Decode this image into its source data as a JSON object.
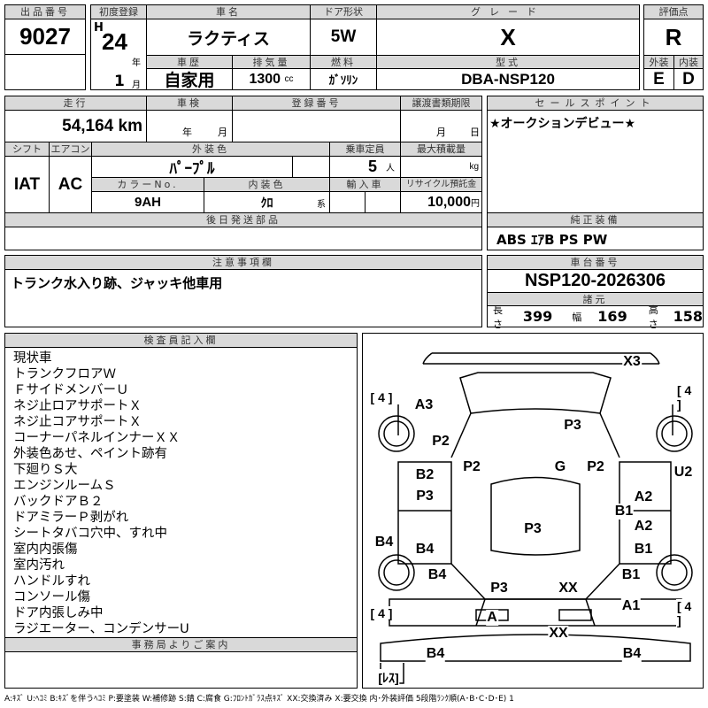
{
  "header": {
    "lot_label": "出品番号",
    "lot": "9027",
    "first_reg_label": "初度登録",
    "era": "H",
    "year": "24",
    "year_unit": "年",
    "month": "1",
    "month_unit": "月",
    "car_name_label": "車名",
    "car_name": "ラクティス",
    "door_label": "ドア形状",
    "door": "5W",
    "grade_label": "グレード",
    "grade": "X",
    "score_label": "評価点",
    "score": "R",
    "history_label": "車歴",
    "history": "自家用",
    "disp_label": "排気量",
    "disp": "1300",
    "disp_unit": "cc",
    "fuel_label": "燃料",
    "fuel": "ｶﾞｿﾘﾝ",
    "model_label": "型式",
    "model": "DBA-NSP120",
    "ext_label": "外装",
    "ext": "E",
    "int_label": "内装",
    "int": "D"
  },
  "details": {
    "mileage_label": "走行",
    "mileage": "54,164",
    "mileage_unit": "km",
    "inspect_label": "車検",
    "inspect_year": "年",
    "inspect_month": "月",
    "reg_label": "登録番号",
    "transfer_label": "譲渡書類期限",
    "transfer_month": "月",
    "transfer_day": "日",
    "shift_label": "シフト",
    "shift": "IAT",
    "ac_label": "エアコン",
    "ac": "AC",
    "color_label": "外装色",
    "color": "ﾊﾟｰﾌﾟﾙ",
    "seats_label": "乗車定員",
    "seats": "5",
    "seats_unit": "人",
    "load_label": "最大積載量",
    "load_unit": "kg",
    "colorno_label": "カラーNo.",
    "colorno": "9AH",
    "intcolor_label": "内装色",
    "intcolor": "ｸﾛ",
    "intcolor_unit": "系",
    "import_label": "輸入車",
    "recycle_label": "リサイクル預託金",
    "recycle": "10,000",
    "recycle_unit": "円",
    "later_parts_label": "後日発送部品"
  },
  "sales": {
    "label": "セールスポイント",
    "text": "★オークションデビュー★",
    "equip_label": "純正装備",
    "equip": "ABS ｴｱB PS PW"
  },
  "caution": {
    "label": "注意事項欄",
    "text": "トランク水入り跡、ジャッキ他車用"
  },
  "chassis": {
    "label": "車台番号",
    "value": "NSP120-2026306",
    "spec_label": "諸元",
    "length_label": "長さ",
    "length": "399",
    "width_label": "幅",
    "width": "169",
    "height_label": "高さ",
    "height": "158"
  },
  "inspector": {
    "label": "検査員記入欄",
    "lines": [
      "現状車",
      "トランクフロアＷ",
      "ＦサイドメンバーＵ",
      "ネジ止ロアサポートＸ",
      "ネジ止コアサポートＸ",
      "コーナーパネルインナーＸＸ",
      "外装色あせ、ペイント跡有",
      "下廻りＳ大",
      "エンジンルームＳ",
      "バックドアＢ２",
      "ドアミラーＰ剥がれ",
      "シートタバコ穴中、すれ中",
      "室内内張傷",
      "室内汚れ",
      "ハンドルすれ",
      "コンソール傷",
      "ドア内張しみ中",
      "ラジエーター、コンデンサーU"
    ]
  },
  "office": {
    "label": "事務局よりご案内"
  },
  "diagram": {
    "marks": [
      "X3",
      "[ 4 ]",
      "A3",
      "P3",
      "[ 4 ]",
      "P2",
      "P2",
      "G",
      "P2",
      "U2",
      "B2",
      "A2",
      "P3",
      "B1",
      "A2",
      "P3",
      "B4",
      "B4",
      "B1",
      "B4",
      "B1",
      "P3",
      "XX",
      "A1",
      "[ 4 ]",
      "[ 4 ]",
      "A",
      "XX",
      "B4",
      "B4",
      "[ﾚｽ]"
    ]
  },
  "legend": "A:ｷｽﾞ U:ﾍｺﾐ B:ｷｽﾞを伴うﾍｺﾐ P:要塗装 W:補修跡 S:錆 C:腐食 G:ﾌﾛﾝﾄｶﾞﾗｽ点ｷｽﾞ XX:交換済み X:要交換  内･外装評価  5段階ﾗﾝｸ順(A･B･C･D･E) 1"
}
